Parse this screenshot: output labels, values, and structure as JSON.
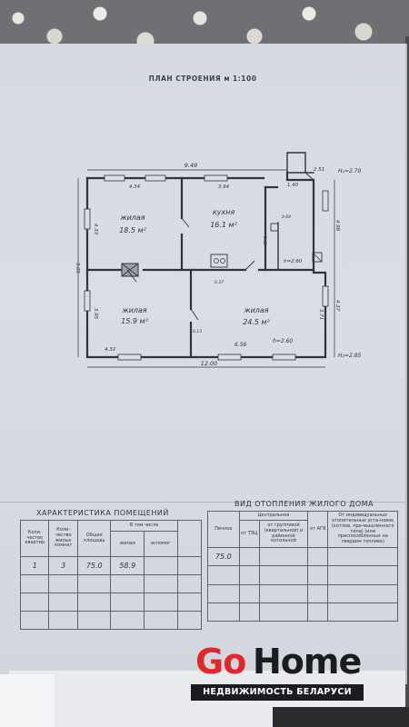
{
  "document": {
    "title": "ПЛАН СТРОЕНИЯ м 1:100"
  },
  "plan": {
    "dimensions": {
      "top_total": "9.49",
      "top_left_room": "4.34",
      "top_kitchen": "3.94",
      "top_right": "1.40",
      "top_far_right": "2.51",
      "height_top": "H₁=2.70",
      "left_total": "9.05",
      "left_top_room": "4.33",
      "left_bottom_room": "3.95",
      "right_top": "4.98",
      "right_bottom": "4.37",
      "right_inner": "3.71",
      "bottom_left_room": "4.32",
      "bottom_right_room": "6.56",
      "bottom_total": "12.00",
      "height_bottom": "H₂=2.85",
      "inner_height_label": "h=2.60",
      "inner_height_label2": "h=2.60",
      "small_1": "0.69",
      "small_2": "1.42",
      "small_3": "0.37",
      "small_4": "0.13"
    },
    "rooms": [
      {
        "name": "жилая",
        "area": "18.5 м²"
      },
      {
        "name": "кухня",
        "area": "16.1 м²"
      },
      {
        "name": "жилая",
        "area": "15.9 м²"
      },
      {
        "name": "жилая",
        "area": "24.5 м²"
      }
    ]
  },
  "rooms_table": {
    "title": "ХАРАКТЕРИСТИКА ПОМЕЩЕНИЙ",
    "headers": {
      "apartments": "Коли-чество квартир",
      "living_rooms": "Коли-чество жилых комнат",
      "total_area": "Общая площадь",
      "including": "В том числе",
      "living": "жилая",
      "auxiliary": "вспомог"
    },
    "row": {
      "apartments": "1",
      "living_rooms": "3",
      "total_area": "75.0",
      "living": "58.9",
      "auxiliary": ""
    }
  },
  "heating_table": {
    "title": "ВИД ОТОПЛЕНИЯ ЖИЛОГО ДОМА",
    "headers": {
      "stove": "Печное",
      "central": "Центральное",
      "from_tec": "от ТЭЦ",
      "from_group": "от групповой (квартальной) и районной котельной",
      "from_agv": "от АГВ",
      "individual": "От индивидуальных отопительных уста-новок (котлов, про-мышленного типа) (или приспособленных на твердом топливе)"
    },
    "row": {
      "stove": "75.0"
    }
  },
  "watermark": {
    "go": "Go",
    "home": "Home",
    "subtitle": "НЕДВИЖИМОСТЬ БЕЛАРУСИ"
  }
}
